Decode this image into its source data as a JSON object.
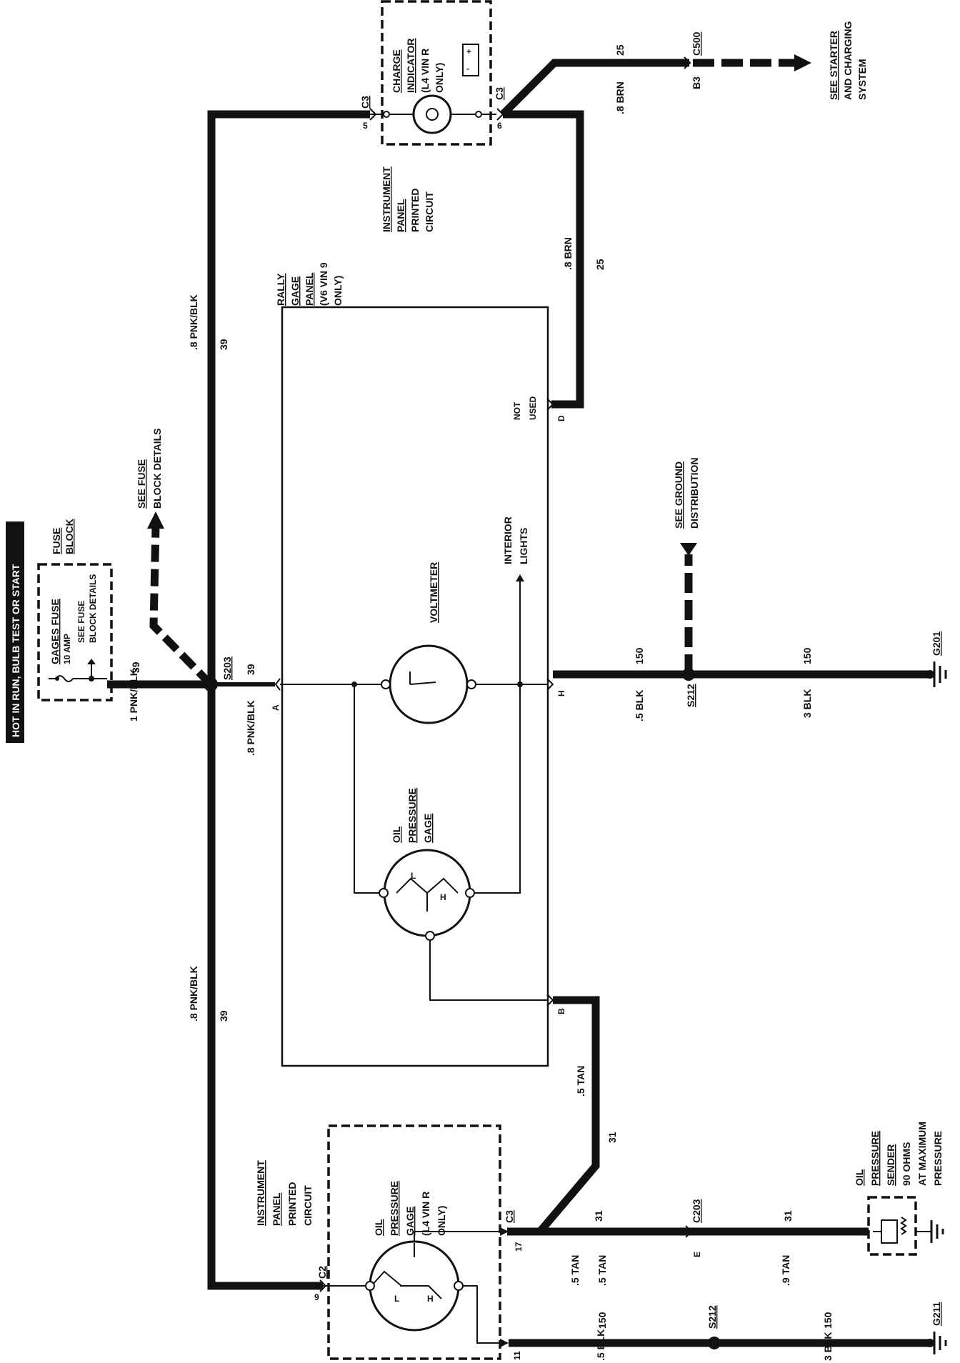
{
  "header": {
    "label": "HOT IN RUN, BULB TEST OR START"
  },
  "fuse_block": {
    "title_line1": "FUSE",
    "title_line2": "BLOCK",
    "fuse_name": "GAGES FUSE",
    "fuse_rating": "10 AMP",
    "note_line1": "SEE FUSE",
    "note_line2": "BLOCK DETAILS"
  },
  "fuse_block_ref": {
    "line1": "SEE FUSE",
    "line2": "BLOCK DETAILS"
  },
  "splices": {
    "s203": "S203",
    "s212_upper": "S212",
    "s212_lower": "S212"
  },
  "wires": {
    "w1_color": "1 PNK/BLK",
    "w1_num": "39",
    "w2_color": ".8 PNK/BLK",
    "w2_num": "39",
    "w3_color": ".8 PNK/BLK",
    "w3_num": "39",
    "w4_color": ".8 PNK/BLK",
    "w4_num": "39",
    "w5_color": ".8 BRN",
    "w5_num": "25",
    "w6_color": ".8 BRN",
    "w6_num": "25",
    "w7_color": ".5 BLK",
    "w7_num": "150",
    "w8_color": "3 BLK",
    "w8_num": "150",
    "w9_color": ".5 TAN",
    "w9_num": "31",
    "w10_color": ".5 TAN",
    "w10_num": "31",
    "w11_color": ".5 TAN",
    "w12_color": ".9 TAN",
    "w12_num": "31",
    "w13_color": ".5 BLK",
    "w13_num": "150",
    "w14_color": "3 BLK",
    "w14_num": "150"
  },
  "charge_indicator": {
    "line1": "CHARGE",
    "line2": "INDICATOR",
    "line3": "(L4 VIN R",
    "line4": "ONLY)",
    "conn_left": "C3",
    "pin_left": "5",
    "conn_right": "C3",
    "pin_right": "6"
  },
  "ip_circuit_top": {
    "line1": "INSTRUMENT",
    "line2": "PANEL",
    "line3": "PRINTED",
    "line4": "CIRCUIT"
  },
  "ip_circuit_bottom": {
    "line1": "INSTRUMENT",
    "line2": "PANEL",
    "line3": "PRINTED",
    "line4": "CIRCUIT"
  },
  "c500": {
    "name": "C500",
    "pin": "B3"
  },
  "starter_ref": {
    "line1": "SEE STARTER",
    "line2": "AND CHARGING",
    "line3": "SYSTEM"
  },
  "rally_panel": {
    "line1": "RALLY",
    "line2": "GAGE",
    "line3": "PANEL",
    "line4": "(V6 VIN 9",
    "line5": "ONLY)",
    "not_used1": "NOT",
    "not_used2": "USED",
    "pin_a": "A",
    "pin_d": "D",
    "pin_h": "H",
    "pin_b": "B"
  },
  "voltmeter": {
    "label": "VOLTMETER"
  },
  "interior_lights": {
    "line1": "INTERIOR",
    "line2": "LIGHTS"
  },
  "oil_gage_rally": {
    "line1": "OIL",
    "line2": "PRESSURE",
    "line3": "GAGE",
    "mark_l": "L",
    "mark_h": "H"
  },
  "ground_ref": {
    "line1": "SEE GROUND",
    "line2": "DISTRIBUTION"
  },
  "ground_g201": {
    "name": "G201"
  },
  "ground_g211": {
    "name": "G211"
  },
  "oil_gage_l4": {
    "line1": "OIL",
    "line2": "PRESSURE",
    "line3": "GAGE",
    "line4": "(L4 VIN R",
    "line5": "ONLY)",
    "mark_l": "L",
    "mark_h": "H",
    "conn_c2": "C2",
    "pin_9": "9",
    "conn_c3": "C3",
    "pin_17": "17",
    "pin_11": "11"
  },
  "c203": {
    "name": "C203",
    "pin": "E"
  },
  "oil_sender": {
    "line1": "OIL",
    "line2": "PRESSURE",
    "line3": "SENDER",
    "line4": "90 OHMS",
    "line5": "AT MAXIMUM",
    "line6": "PRESSURE"
  }
}
